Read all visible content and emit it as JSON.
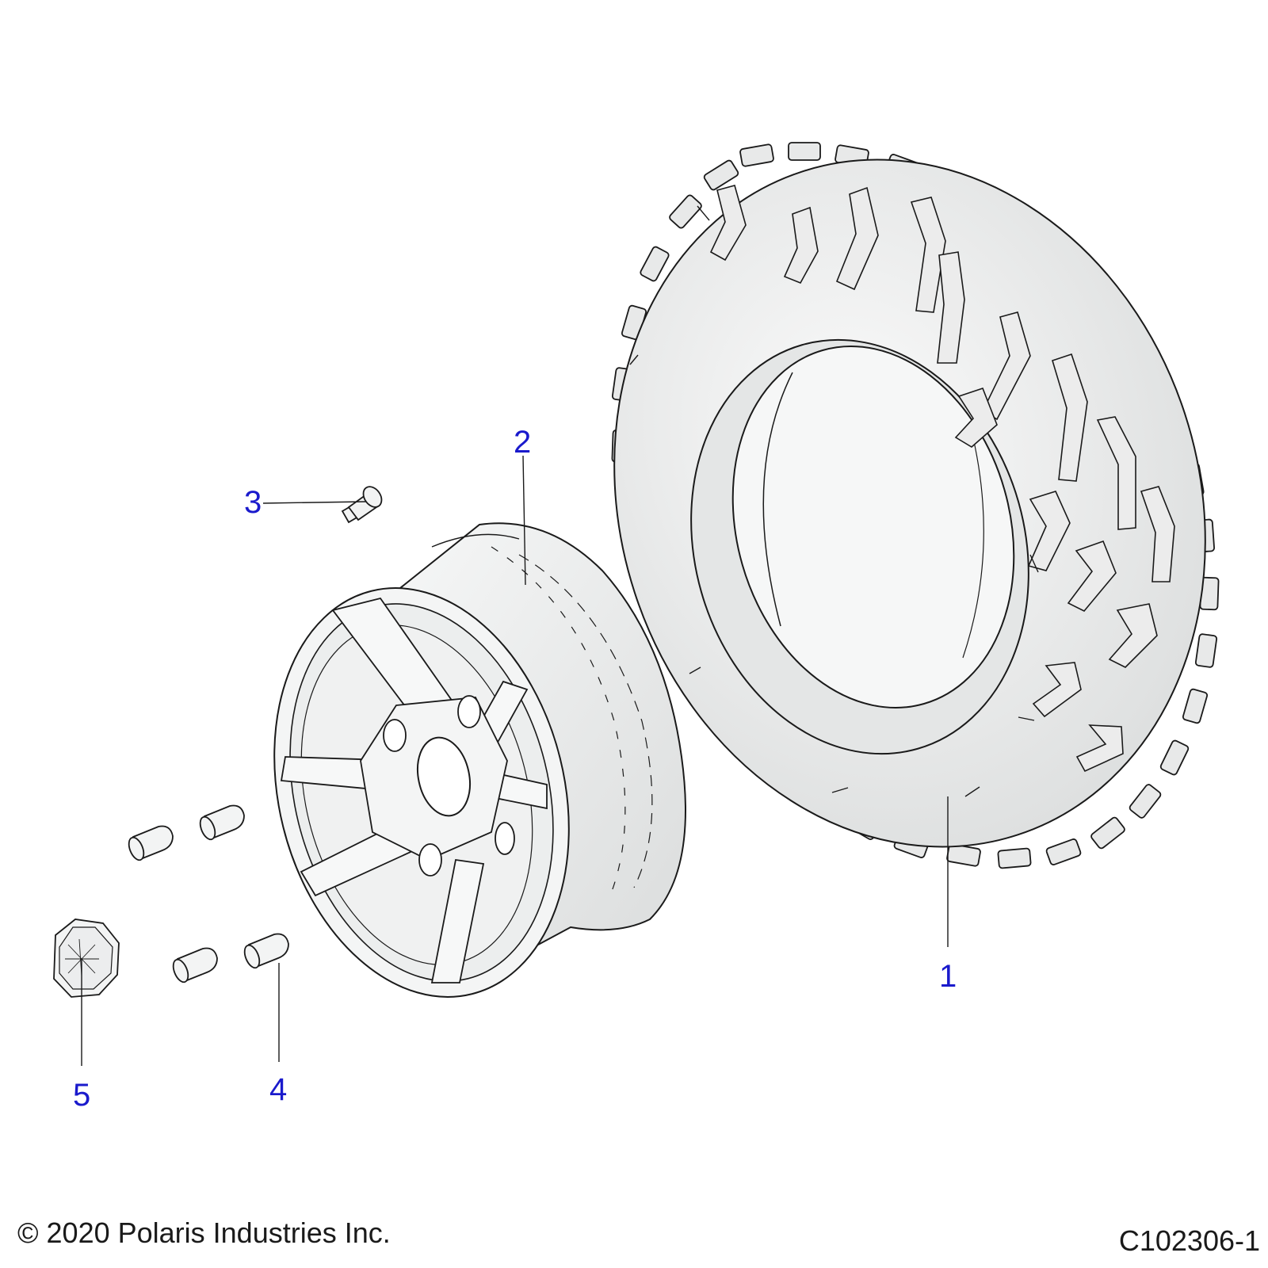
{
  "callouts": {
    "c1": "1",
    "c2": "2",
    "c3": "3",
    "c4": "4",
    "c5": "5"
  },
  "footer": {
    "copyright": "© 2020 Polaris Industries Inc.",
    "drawing_number": "C102306-1"
  },
  "colors": {
    "callout": "#1a1acc",
    "outline": "#1a1a1a",
    "part_fill": "#f3f4f4",
    "part_shade": "#dfe1e1"
  }
}
